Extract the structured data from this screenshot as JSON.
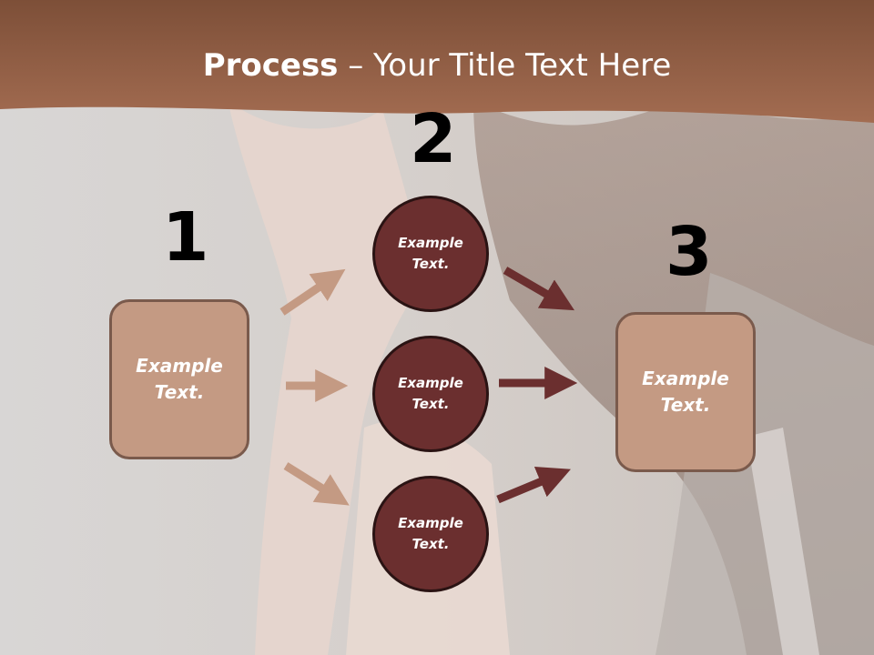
{
  "title": {
    "bold": "Process",
    "rest": " – Your Title Text Here"
  },
  "steps": [
    "1",
    "2",
    "3"
  ],
  "boxes": {
    "left": "Example Text.",
    "right": "Example Text."
  },
  "circles": [
    "Example Text.",
    "Example Text.",
    "Example Text."
  ],
  "colors": {
    "banner": "#9b6448",
    "box_fill": "#c49a83",
    "circle_fill": "#6b2f2f",
    "arrow_light": "#c49a83",
    "arrow_dark": "#6b2f2f"
  }
}
